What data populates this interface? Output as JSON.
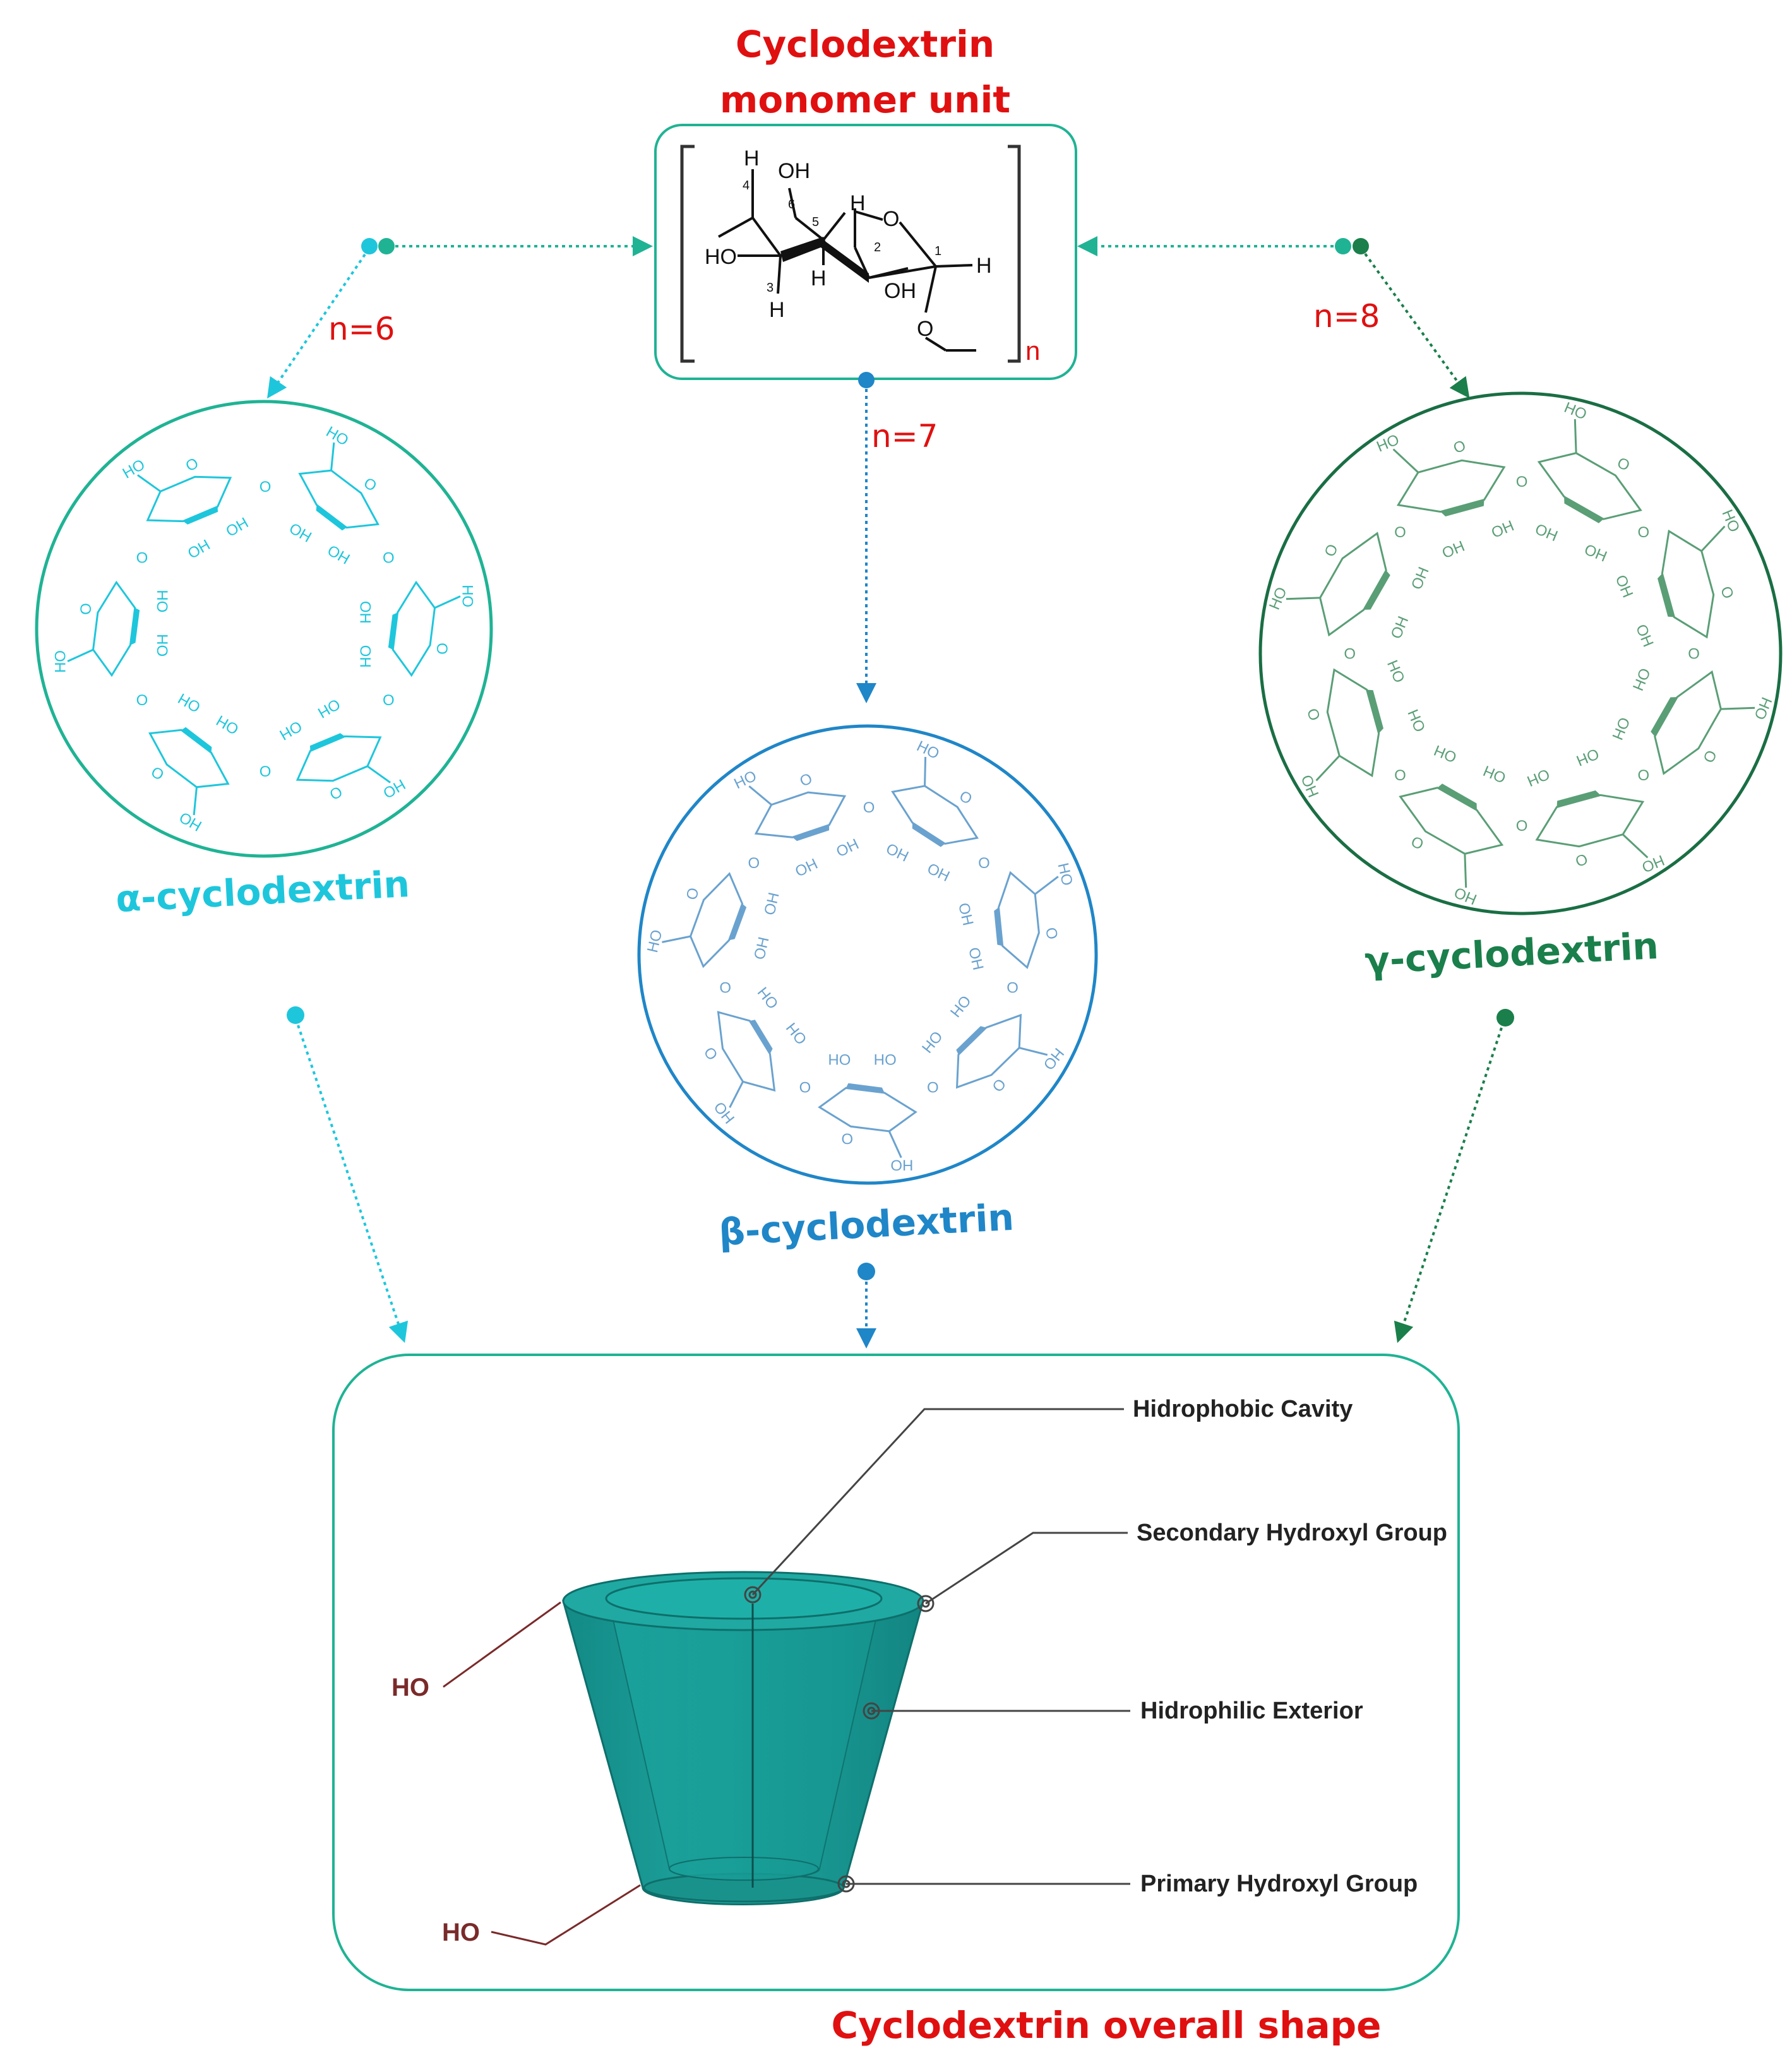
{
  "colors": {
    "title_red": "#e01010",
    "box_teal": "#1fb394",
    "alpha": "#1ec6dc",
    "beta": "#1f86c8",
    "gamma": "#1a7f4b",
    "cup": "#1a9a95",
    "dark_red_ho": "#7a2a2a"
  },
  "monomer": {
    "title_line1": "Cyclodextrin",
    "title_line2": "monomer unit",
    "repeat_subscript": "n",
    "atoms": {
      "oh_top": "OH",
      "h_top": "H",
      "ho_left": "HO",
      "h_mid": "H",
      "oh_bottom": "OH",
      "h_bottom": "H",
      "h_right": "H",
      "h_ring": "H",
      "o_ring": "O",
      "o_link": "O",
      "num1": "1",
      "num2": "2",
      "num3": "3",
      "num4": "4",
      "num5": "5",
      "num6": "6"
    }
  },
  "links": {
    "alpha_n": "n=6",
    "beta_n": "n=7",
    "gamma_n": "n=8"
  },
  "cyclodextrins": {
    "alpha": {
      "label": "α-cyclodextrin",
      "units": 6,
      "oh": "OH",
      "ho": "HO",
      "o": "O"
    },
    "beta": {
      "label": "β-cyclodextrin",
      "units": 7,
      "oh": "OH",
      "ho": "HO",
      "o": "O"
    },
    "gamma": {
      "label": "γ-cyclodextrin",
      "units": 8,
      "oh": "OH",
      "ho": "HO",
      "o": "O"
    }
  },
  "shape": {
    "title": "Cyclodextrin overall shape",
    "callouts": {
      "cavity": "Hidrophobic Cavity",
      "secondary": "Secondary Hydroxyl Group",
      "exterior": "Hidrophilic Exterior",
      "primary": "Primary Hydroxyl Group"
    },
    "ho_top": "HO",
    "ho_bottom": "HO"
  }
}
